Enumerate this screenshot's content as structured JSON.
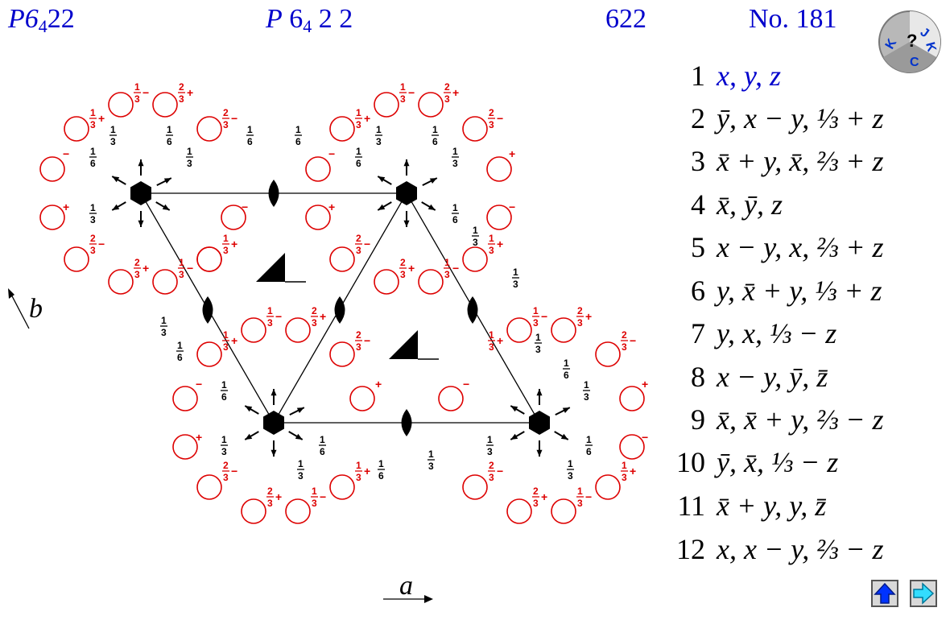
{
  "header": {
    "hm_symbol_base": "P6",
    "hm_symbol_sub": "4",
    "hm_symbol_tail": "22",
    "full_symbol_p": "P",
    "full_symbol_6": "6",
    "full_symbol_sub": "4",
    "full_symbol_rest": " 2 2",
    "point_group": "622",
    "number": "No. 181"
  },
  "logo": {
    "text": "JKC",
    "icon": "jkc-logo-icon"
  },
  "axes": {
    "a": "a",
    "b": "b"
  },
  "operations": [
    {
      "n": "1",
      "expr": "x, y, z"
    },
    {
      "n": "2",
      "expr": "ȳ, x − y, ⅓ + z"
    },
    {
      "n": "3",
      "expr": "x̄ + y, x̄, ⅔ + z"
    },
    {
      "n": "4",
      "expr": "x̄, ȳ, z"
    },
    {
      "n": "5",
      "expr": "x − y, x, ⅔ + z"
    },
    {
      "n": "6",
      "expr": "y, x̄ + y, ⅓ + z"
    },
    {
      "n": "7",
      "expr": "y, x, ⅓ − z"
    },
    {
      "n": "8",
      "expr": "x − y, ȳ, z̄"
    },
    {
      "n": "9",
      "expr": "x̄, x̄ + y, ⅔ − z"
    },
    {
      "n": "10",
      "expr": "ȳ, x̄, ⅓ − z"
    },
    {
      "n": "11",
      "expr": "x̄ + y, y, z̄"
    },
    {
      "n": "12",
      "expr": "x, x − y, ⅔ − z"
    }
  ],
  "colors": {
    "title": "#0000cc",
    "circle": "#dd0000",
    "symbol": "#000000"
  },
  "nav": {
    "up_icon": "up-arrow-icon",
    "next_icon": "right-arrow-icon"
  }
}
